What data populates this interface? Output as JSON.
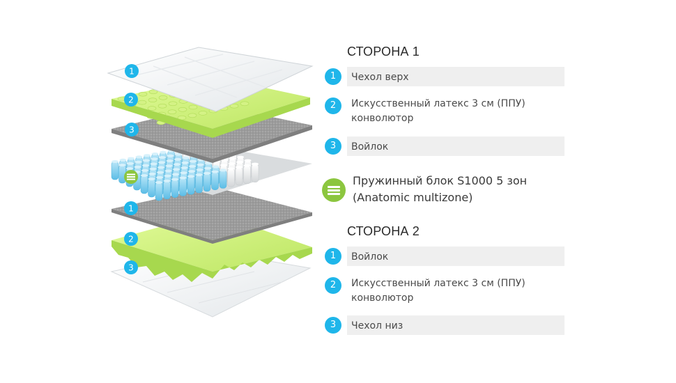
{
  "illustration": {
    "layer_badges": [
      "1",
      "2",
      "3",
      "1",
      "2",
      "3"
    ],
    "colors": {
      "badge": "#1fb6ea",
      "spring_badge": "#8cc63f",
      "latex_foam": "#ccf07a",
      "felt": "#9a9a9a",
      "pocket_springs": "#7ecfee",
      "cover": "#f4f6f8"
    }
  },
  "side1": {
    "title": "СТОРОНА 1",
    "layers": [
      {
        "num": "1",
        "label": "Чехол верх"
      },
      {
        "num": "2",
        "label": "Искусственный латекс 3 см (ППУ)\nконволютор"
      },
      {
        "num": "3",
        "label": "Войлок"
      }
    ]
  },
  "spring_block": {
    "icon": "spring-block-icon",
    "label": "Пружинный блок S1000 5 зон\n(Anatomic multizone)"
  },
  "side2": {
    "title": "СТОРОНА 2",
    "layers": [
      {
        "num": "1",
        "label": "Войлок"
      },
      {
        "num": "2",
        "label": "Искусственный латекс 3 см (ППУ)\nконволютор"
      },
      {
        "num": "3",
        "label": "Чехол низ"
      }
    ]
  }
}
